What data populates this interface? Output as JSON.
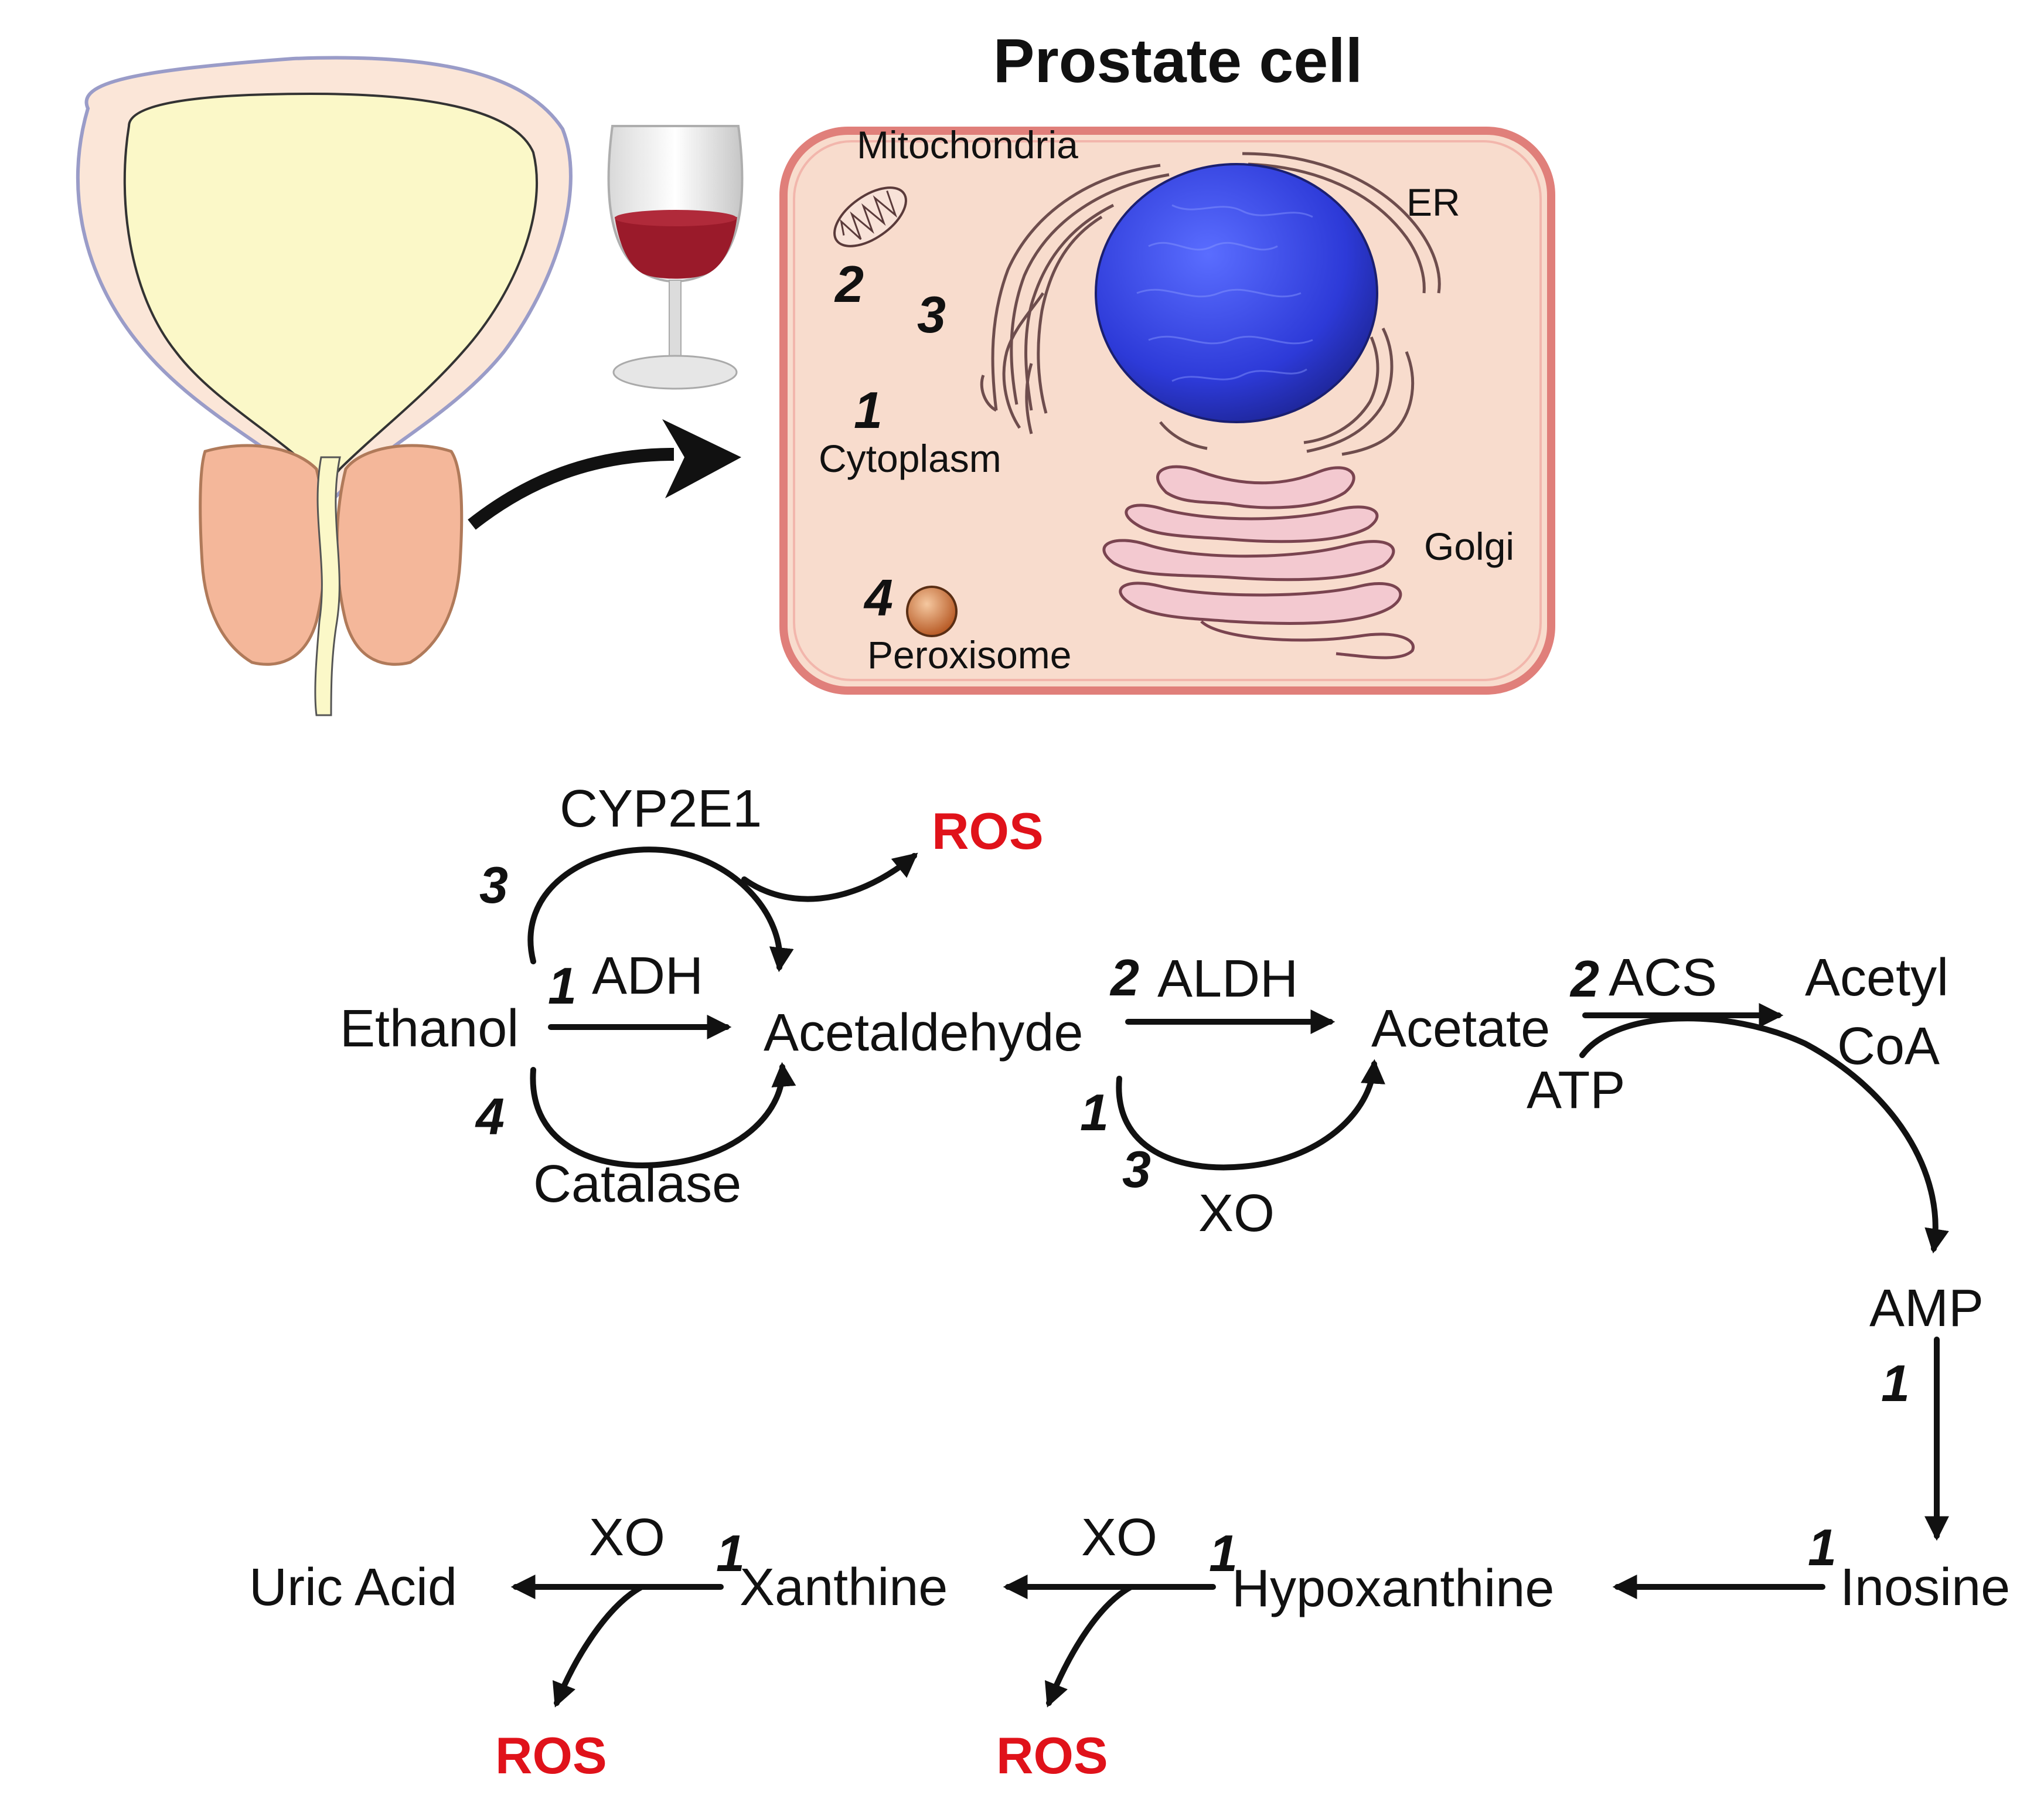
{
  "cell_panel": {
    "title": "Prostate cell",
    "organelles": {
      "mitochondria": "Mitochondria",
      "er": "ER",
      "cytoplasm": "Cytoplasm",
      "golgi": "Golgi",
      "peroxisome": "Peroxisome"
    },
    "markers": {
      "mitochondria": "2",
      "er": "3",
      "cytoplasm": "1",
      "peroxisome": "4"
    }
  },
  "pathway": {
    "compounds": {
      "ethanol": "Ethanol",
      "acetaldehyde": "Acetaldehyde",
      "acetate": "Acetate",
      "acetyl": "Acetyl",
      "coa": "CoA",
      "atp": "ATP",
      "amp": "AMP",
      "inosine": "Inosine",
      "hypoxanthine": "Hypoxanthine",
      "xanthine": "Xanthine",
      "uric_acid": "Uric Acid"
    },
    "enzymes": {
      "cyp2e1": "CYP2E1",
      "adh": "ADH",
      "catalase": "Catalase",
      "aldh": "ALDH",
      "xo_acetaldehyde": "XO",
      "acs": "ACS",
      "xo_hypoxanthine": "XO",
      "xo_xanthine": "XO"
    },
    "ros": {
      "cyp2e1": "ROS",
      "hypoxanthine": "ROS",
      "xanthine": "ROS"
    },
    "numbers": {
      "cyp2e1": "3",
      "adh": "1",
      "catalase": "4",
      "aldh": "2",
      "xo_1": "1",
      "xo_3": "3",
      "acs": "2",
      "amp": "1",
      "inosine": "1",
      "hypoxanthine": "1",
      "xanthine": "1"
    }
  },
  "colors": {
    "ros": "#e0121a",
    "nucleus": "#2f3fe0",
    "cell_fill": "#f8dccd",
    "cell_border": "#e07f7a",
    "bladder_fill": "#fbf8c8",
    "prostate_lobe": "#f4b79a",
    "wine": "#9a1a2a"
  },
  "icons": [
    "wine-glass-icon",
    "curved-arrow-icon"
  ]
}
